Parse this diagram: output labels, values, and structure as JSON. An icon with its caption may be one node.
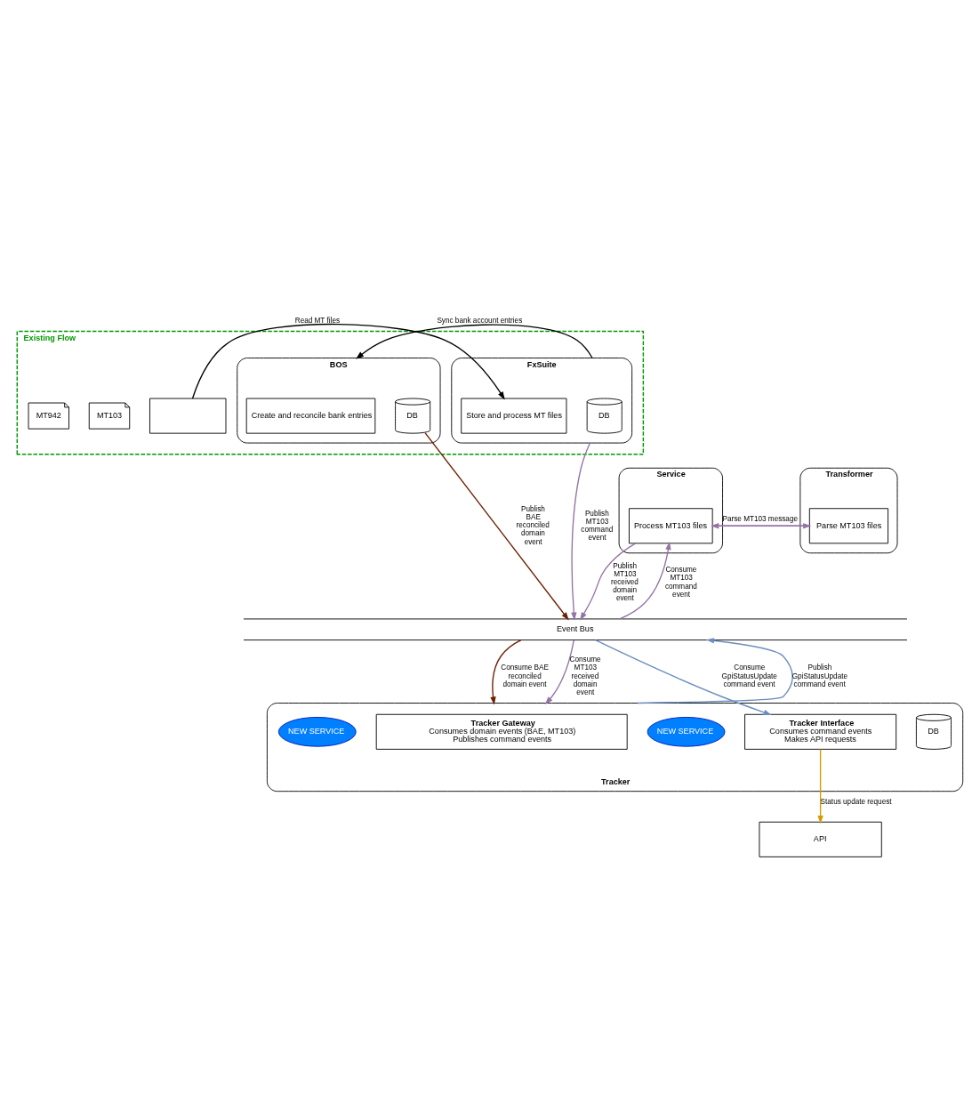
{
  "diagram": {
    "nodes": [
      {
        "text": [
          "Existing Flow"
        ]
      },
      {
        "text": [
          "BOS"
        ],
        "in": 0
      },
      {
        "text": [
          "DB"
        ],
        "in": 1
      },
      {
        "text": [
          "Create and reconcile bank entries"
        ],
        "in": 1
      },
      {
        "text": [
          "FxSuite"
        ],
        "in": 0
      },
      {
        "text": [
          "DB"
        ],
        "in": 4
      },
      {
        "text": [
          "Store and process MT files"
        ],
        "in": 4
      },
      {
        "text": [],
        "shape": "box",
        "in": 0
      },
      {
        "text": [
          "MT103"
        ],
        "in": 0
      },
      {
        "text": [
          "MT942"
        ],
        "in": 0
      },
      {
        "text": [
          "Service"
        ]
      },
      {
        "text": [
          "Process MT103 files"
        ],
        "in": 10
      },
      {
        "text": [
          "Transformer"
        ]
      },
      {
        "text": [
          "Parse MT103 files"
        ],
        "in": 12
      },
      {
        "text": [
          "Event Bus"
        ]
      },
      {
        "text": [
          "Tracker"
        ]
      },
      {
        "text": [
          "DB"
        ],
        "in": 15
      },
      {
        "text": [
          "Tracker Gateway",
          "Consumes domain events (BAE, MT103)",
          "Publishes command events"
        ],
        "in": 15
      },
      {
        "text": [
          "NEW SERVICE"
        ],
        "in": 15
      },
      {
        "text": [
          "Tracker Interface",
          "Consumes command events",
          "Makes API requests"
        ],
        "in": 15
      },
      {
        "text": [
          "NEW SERVICE"
        ],
        "in": 15
      },
      {
        "text": [
          "API"
        ]
      }
    ],
    "edges": [
      {
        "from": 4,
        "to": 1,
        "arrow": "to",
        "label": "Sync bank account entries",
        "color": "#000000"
      },
      {
        "from": 7,
        "to": 6,
        "arrow": "to",
        "label": "Read MT files",
        "color": "#000000"
      },
      {
        "from": 2,
        "to": 14,
        "arrow": "to",
        "label": "Publish BAE reconciled domain event",
        "color": "#6d1f00"
      },
      {
        "from": 4,
        "to": 14,
        "arrow": "to",
        "label": "Publish MT103 command event"
      },
      {
        "from": 11,
        "to": 13,
        "arrow": "to",
        "label": "Parse MT103 message"
      },
      {
        "from": 13,
        "to": 11,
        "arrow": "to"
      },
      {
        "from": 14,
        "to": 11,
        "arrow": "to",
        "label": "Consume MT103 command event"
      },
      {
        "from": 11,
        "to": 14,
        "arrow": "to",
        "label": "Publish MT103 received domain event"
      },
      {
        "from": 14,
        "to": 15,
        "arrow": "to",
        "label": "Consume BAE reconciled domain event",
        "color": "#6d1f00"
      },
      {
        "from": 14,
        "to": 15,
        "arrow": "to",
        "label": "Consume MT103 received domain event"
      },
      {
        "from": 15,
        "to": 14,
        "arrow": "to",
        "label": "Publish GpiStatusUpdate command event",
        "color": "#6c8ebf"
      },
      {
        "from": 14,
        "to": 19,
        "arrow": "to",
        "label": "Consume GpiStatusUpdate command event",
        "color": "#6c8ebf"
      },
      {
        "from": 19,
        "to": 21,
        "arrow": "to",
        "label": "Status update request",
        "color": "#d79b00"
      }
    ]
  }
}
